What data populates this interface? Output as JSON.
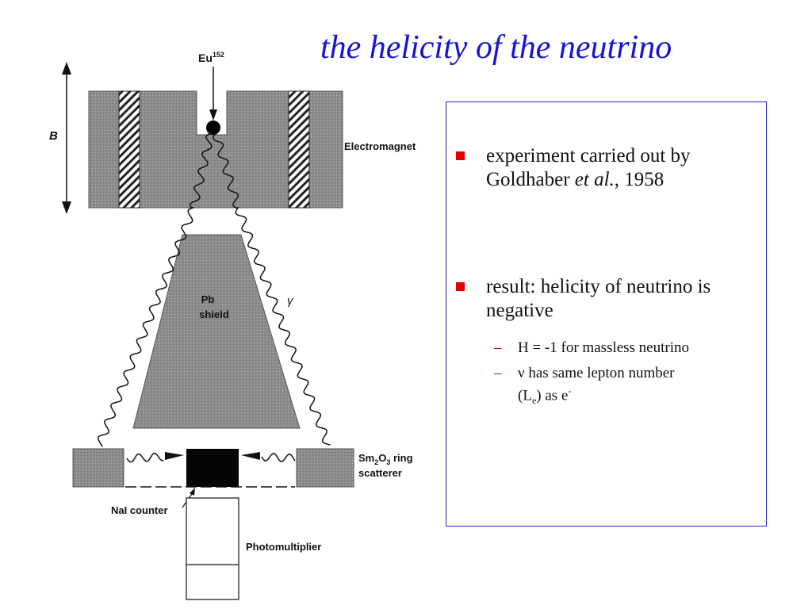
{
  "slide": {
    "title": "the helicity of the neutrino"
  },
  "diagram": {
    "source_main": "Eu",
    "source_sup": "152",
    "field_label": "B",
    "electromagnet_label": "Electromagnet",
    "shield_line1": "Pb",
    "shield_line2": "shield",
    "gamma_label": "γ",
    "scatterer_line1_a": "Sm",
    "scatterer_line1_sub1": "2",
    "scatterer_line1_b": "O",
    "scatterer_line1_sub2": "3",
    "scatterer_line1_c": " ring",
    "scatterer_line2": "scatterer",
    "counter_label": "NaI counter",
    "pmt_label": "Photomultiplier"
  },
  "bullets": {
    "b1_part1": "experiment carried out by Goldhaber ",
    "b1_italic": "et al.",
    "b1_part2": ", 1958",
    "b2": "result: helicity of neutrino is negative",
    "s1": "H = -1  for massless neutrino",
    "s2_line1": "ν has same lepton number",
    "s2_a": "(L",
    "s2_sub": "e",
    "s2_b": ")  as e",
    "s2_sup": "-"
  },
  "colors": {
    "title": "#1414d2",
    "panel_border": "#2323c8",
    "bullet_marker": "#e00000",
    "dash": "#c00000",
    "grey_fill": "#8c8c8c"
  }
}
